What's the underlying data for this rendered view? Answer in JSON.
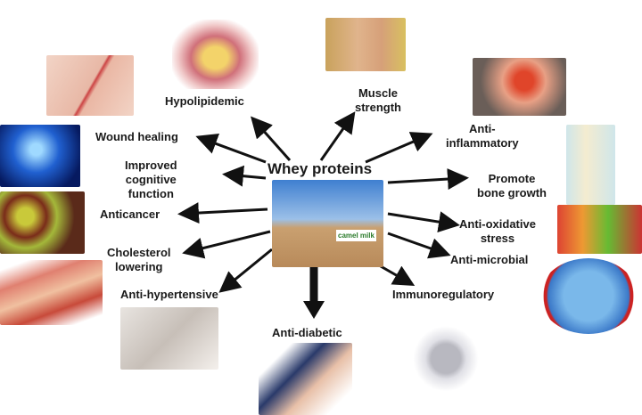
{
  "center": {
    "title": "Whey proteins",
    "image_caption": "camel milk"
  },
  "effects": {
    "hypolipidemic": "Hypolipidemic",
    "muscle": "Muscle\nstrength",
    "anti_inflammatory": "Anti-\ninflammatory",
    "wound": "Wound healing",
    "cognitive": "Improved\ncognitive\nfunction",
    "anticancer": "Anticancer",
    "cholesterol": "Cholesterol\nlowering",
    "hypertensive": "Anti-hypertensive",
    "bone": "Promote\nbone growth",
    "oxidative": "Anti-oxidative\nstress",
    "microbial": "Anti-microbial",
    "immuno": "Immunoregulatory",
    "diabetic": "Anti-diabetic"
  }
}
